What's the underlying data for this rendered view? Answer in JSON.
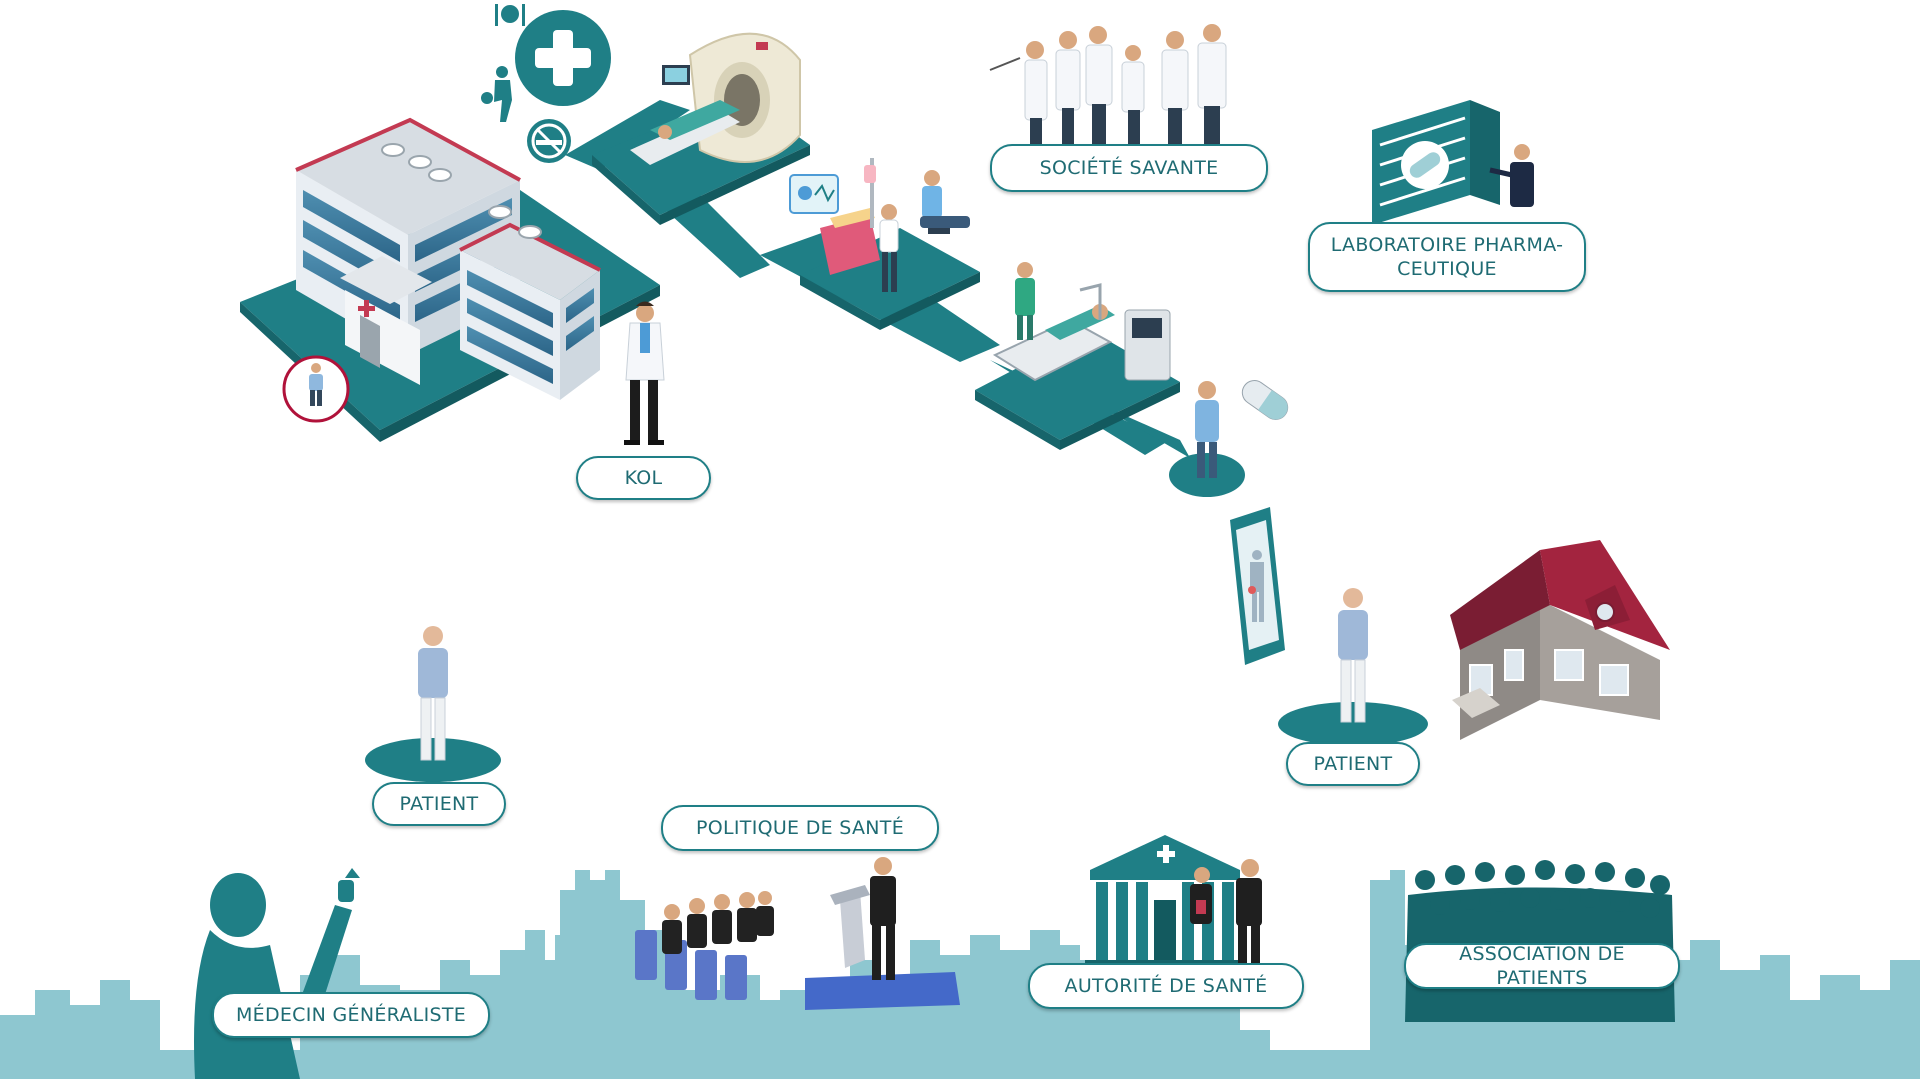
{
  "colors": {
    "teal": "#1f7f86",
    "teal_dark": "#17656b",
    "teal_light": "#9fcfd6",
    "skyline": "#8ec7d0",
    "hospital_red": "#b0123a",
    "house_roof": "#a3243f",
    "label_text": "#1f6b73"
  },
  "labels": {
    "societe_savante": "SOCIÉTÉ SAVANTE",
    "laboratoire_line1": "LABORATOIRE PHARMA-",
    "laboratoire_line2": "CEUTIQUE",
    "kol": "KOL",
    "patient_left": "PATIENT",
    "patient_right": "PATIENT",
    "politique": "POLITIQUE DE SANTÉ",
    "autorite": "AUTORITÉ DE SANTÉ",
    "association": "ASSOCIATION DE PATIENTS",
    "medecin": "MÉDECIN GÉNÉRALISTE"
  },
  "icons": [
    "hospital-building-icon",
    "medical-cross-icon",
    "fork-knife-icon",
    "football-player-icon",
    "no-smoking-icon",
    "mri-scanner-icon",
    "hospital-bed-icon",
    "smartphone-icon",
    "house-icon",
    "pill-icon",
    "pharma-lab-icon",
    "government-building-icon",
    "crowd-icon",
    "podium-icon",
    "city-skyline-icon"
  ]
}
